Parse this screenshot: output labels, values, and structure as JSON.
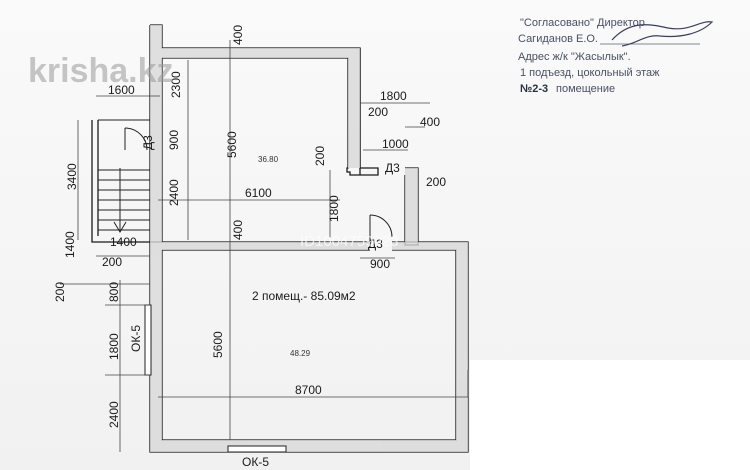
{
  "watermark": {
    "brand": "krisha.kz",
    "listing_id": "ID1004759023"
  },
  "approval_block": {
    "line1": "\"Согласовано\" Директор",
    "line2": "Сагиданов Е.О.",
    "line3": "Адрес ж/к \"Жасылык\".",
    "line4": "1 подъезд, цокольный этаж",
    "line5_number": "№2-3",
    "line5_text": "помещение"
  },
  "plan": {
    "total_area_label": "2 помещ.- 85.09м2",
    "room_upper_area": "36.80",
    "room_lower_area": "48.29",
    "doors": [
      "Д3",
      "Д3",
      "Д3"
    ],
    "windows": [
      "ОК-5",
      "ОК-5"
    ],
    "dimensions": {
      "top_wall": "400",
      "stair_width_top": "1600",
      "upper_left_2300": "2300",
      "right_1800": "1800",
      "right_200a": "200",
      "right_400": "400",
      "right_1000": "1000",
      "right_200b": "200",
      "door_900a": "900",
      "stair_3400": "3400",
      "upper_5600": "5600",
      "notch_200": "200",
      "upper_2400": "2400",
      "width_6100": "6100",
      "notch_1800": "1800",
      "middle_400": "400",
      "stair_1400a": "1400",
      "stair_1400b": "1400",
      "stair_200": "200",
      "door_900b": "900",
      "left_200": "200",
      "lower_800": "800",
      "lower_1800": "1800",
      "lower_5600": "5600",
      "width_8700": "8700",
      "lower_2400": "2400"
    }
  }
}
